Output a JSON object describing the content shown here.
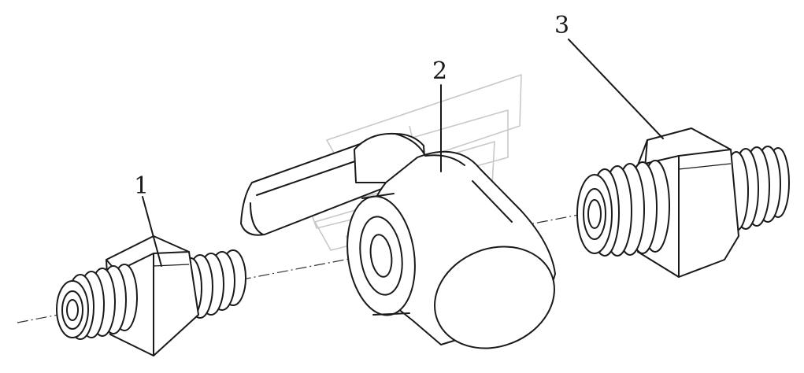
{
  "parts": [
    {
      "id": "1",
      "label": "1"
    },
    {
      "id": "2",
      "label": "2"
    },
    {
      "id": "3",
      "label": "3"
    }
  ],
  "icons": {
    "watermark": "logo-watermark-icon"
  },
  "colors": {
    "line": "#1a1a1a",
    "background": "#ffffff",
    "watermark": "#c8c8c8"
  }
}
